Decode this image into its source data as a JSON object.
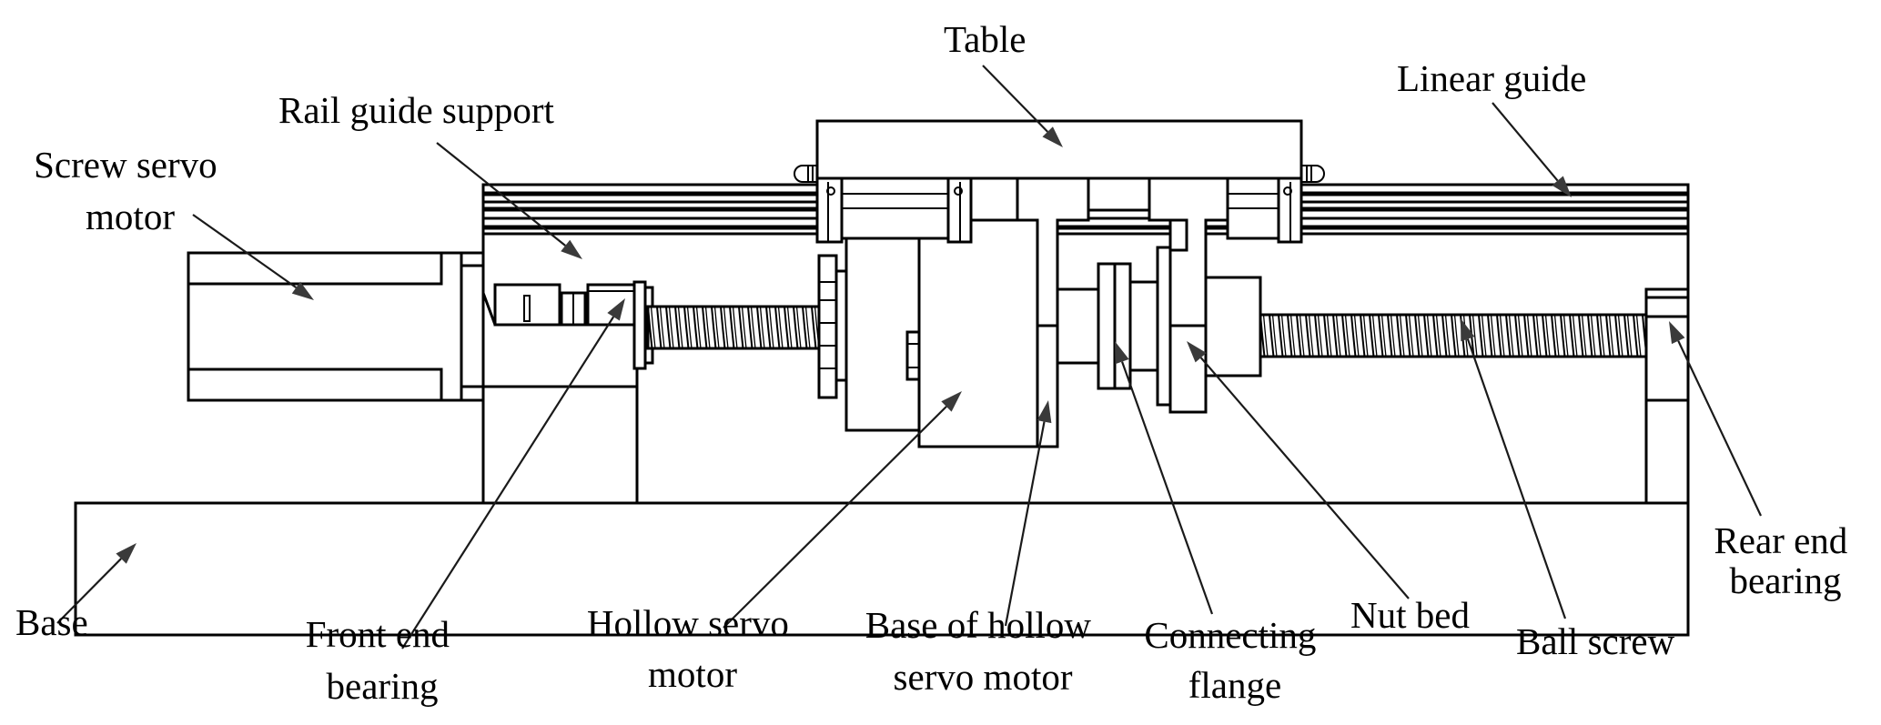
{
  "figure": {
    "title": "Ball screw linear feed table with hollow servo motor",
    "line_color": "#000000",
    "arrow_color": "#3a3a3a",
    "background": "#ffffff"
  },
  "labels": {
    "table": [
      "Table"
    ],
    "linear_guide": [
      "Linear guide"
    ],
    "rail_guide_support": [
      "Rail guide support"
    ],
    "screw_servo_motor": [
      "Screw servo",
      "motor"
    ],
    "base": [
      "Base"
    ],
    "front_end_bearing": [
      "Front end",
      "bearing"
    ],
    "hollow_servo_motor": [
      "Hollow servo",
      "motor"
    ],
    "base_of_hollow_servo_motor": [
      "Base of hollow",
      "servo motor"
    ],
    "connecting_flange": [
      "Connecting",
      "flange"
    ],
    "nut_bed": [
      "Nut bed"
    ],
    "ball_screw": [
      "Ball screw"
    ],
    "rear_end_bearing": [
      "Rear end",
      "bearing"
    ]
  },
  "components": [
    "Table",
    "Linear guide",
    "Rail guide support",
    "Screw servo motor",
    "Base",
    "Front end bearing",
    "Hollow servo motor",
    "Base of hollow servo motor",
    "Connecting flange",
    "Nut bed",
    "Ball screw",
    "Rear end bearing"
  ]
}
